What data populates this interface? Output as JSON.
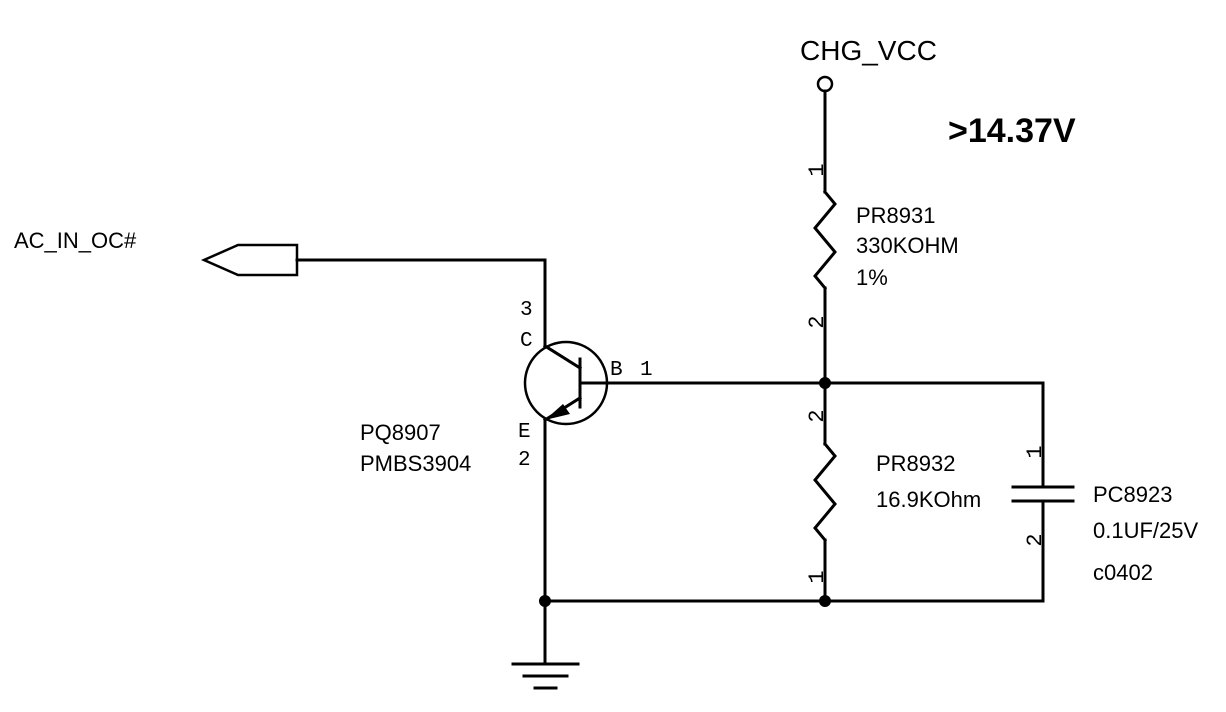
{
  "nets": {
    "supply": "CHG_VCC",
    "output": "AC_IN_OC#"
  },
  "annotation": ">14.37V",
  "transistor": {
    "ref": "PQ8907",
    "part": "PMBS3904",
    "pin_c_num": "3",
    "pin_c": "C",
    "pin_b": "B",
    "pin_b_num": "1",
    "pin_e": "E",
    "pin_e_num": "2"
  },
  "r_top": {
    "ref": "PR8931",
    "value": "330KOHM",
    "tolerance": "1%",
    "pin_top": "1",
    "pin_bottom": "2"
  },
  "r_bottom": {
    "ref": "PR8932",
    "value": "16.9KOhm",
    "pin_top": "2",
    "pin_bottom": "1"
  },
  "capacitor": {
    "ref": "PC8923",
    "value": "0.1UF/25V",
    "package": "c0402",
    "pin_top": "1",
    "pin_bottom": "2"
  },
  "colors": {
    "ink": "#000000",
    "background": "#ffffff"
  }
}
